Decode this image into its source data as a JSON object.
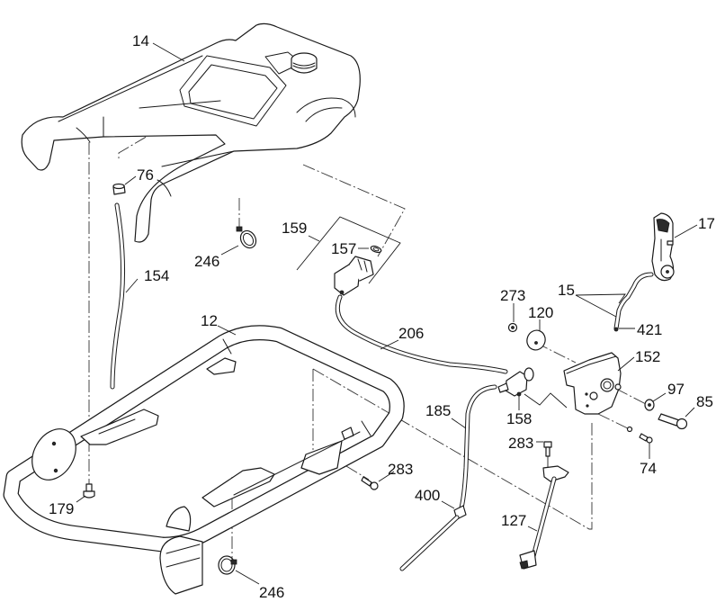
{
  "diagram": {
    "type": "exploded-parts-view",
    "callouts": {
      "c14": "14",
      "c76": "76",
      "c246a": "246",
      "c154": "154",
      "c159": "159",
      "c157": "157",
      "c12": "12",
      "c206": "206",
      "c17": "17",
      "c15": "15",
      "c273": "273",
      "c120": "120",
      "c421": "421",
      "c152": "152",
      "c97": "97",
      "c85": "85",
      "c158": "158",
      "c185": "185",
      "c283a": "283",
      "c283b": "283",
      "c74": "74",
      "c400": "400",
      "c179": "179",
      "c127": "127",
      "c246b": "246"
    },
    "parts": [
      {
        "id": "14",
        "name": "fuel-tank-cover"
      },
      {
        "id": "76",
        "name": "grommet"
      },
      {
        "id": "246",
        "name": "hose-clamp"
      },
      {
        "id": "154",
        "name": "vent-hose"
      },
      {
        "id": "159",
        "name": "fuel-valve-assembly"
      },
      {
        "id": "157",
        "name": "o-ring"
      },
      {
        "id": "12",
        "name": "frame"
      },
      {
        "id": "206",
        "name": "fuel-hose"
      },
      {
        "id": "17",
        "name": "control-handle"
      },
      {
        "id": "15",
        "name": "control-rod"
      },
      {
        "id": "273",
        "name": "nut"
      },
      {
        "id": "120",
        "name": "washer-disc"
      },
      {
        "id": "421",
        "name": "rod-end"
      },
      {
        "id": "152",
        "name": "control-bracket"
      },
      {
        "id": "97",
        "name": "washer"
      },
      {
        "id": "85",
        "name": "bolt"
      },
      {
        "id": "158",
        "name": "fuel-cock"
      },
      {
        "id": "185",
        "name": "fuel-line"
      },
      {
        "id": "283",
        "name": "flange-bolt"
      },
      {
        "id": "74",
        "name": "screw"
      },
      {
        "id": "400",
        "name": "drain-tube"
      },
      {
        "id": "179",
        "name": "bolt"
      },
      {
        "id": "127",
        "name": "stay-rod"
      }
    ]
  }
}
